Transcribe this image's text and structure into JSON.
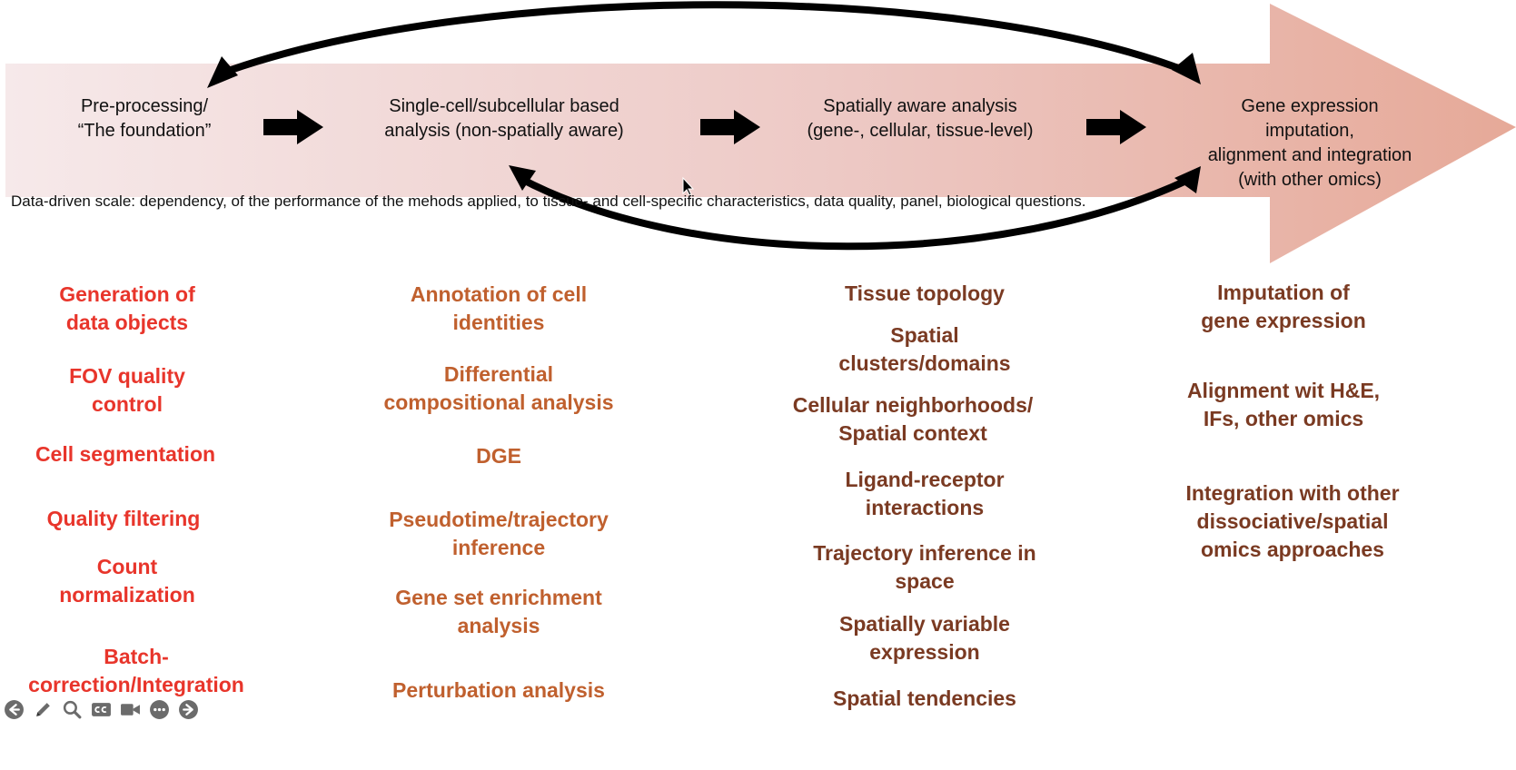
{
  "stages": [
    "Pre-processing/\n“The foundation”",
    "Single-cell/subcellular based\nanalysis (non-spatially aware)",
    "Spatially aware analysis\n(gene-, cellular, tissue-level)",
    "Gene expression imputation,\nalignment and integration\n(with other omics)"
  ],
  "caption": "Data-driven scale: dependency, of the performance of the mehods applied, to tissue- and cell-specific characteristics, data quality, panel, biological questions.",
  "columns": [
    {
      "items": [
        "Generation of\ndata objects",
        "FOV quality\ncontrol",
        "Cell segmentation",
        "Quality filtering",
        "Count\nnormalization",
        "Batch-\ncorrection/Integration"
      ]
    },
    {
      "items": [
        "Annotation of cell\nidentities",
        "Differential\ncompositional analysis",
        "DGE",
        "Pseudotime/trajectory\ninference",
        "Gene set enrichment\nanalysis",
        "Perturbation analysis"
      ]
    },
    {
      "items": [
        "Tissue topology",
        "Spatial\nclusters/domains",
        "Cellular neighborhoods/\nSpatial context",
        "Ligand-receptor\ninteractions",
        "Trajectory inference in\nspace",
        "Spatially variable\nexpression",
        "Spatial tendencies"
      ]
    },
    {
      "items": [
        "Imputation of\ngene expression",
        "Alignment wit H&E,\nIFs, other omics",
        "Integration with other\ndissociative/spatial\nomics approaches"
      ]
    }
  ],
  "toolbar": [
    {
      "icon": "back-arrow-icon"
    },
    {
      "icon": "pen-icon"
    },
    {
      "icon": "zoom-icon"
    },
    {
      "icon": "closed-captions-icon"
    },
    {
      "icon": "video-camera-icon"
    },
    {
      "icon": "more-options-icon"
    },
    {
      "icon": "forward-arrow-icon"
    }
  ],
  "colors": {
    "arrow_start": "#f6e9ea",
    "arrow_end": "#e6a998",
    "column_1_text": "#e8352b",
    "column_2_text": "#c0602e",
    "column_3_text": "#7a3a22",
    "column_4_text": "#7a3a22"
  }
}
